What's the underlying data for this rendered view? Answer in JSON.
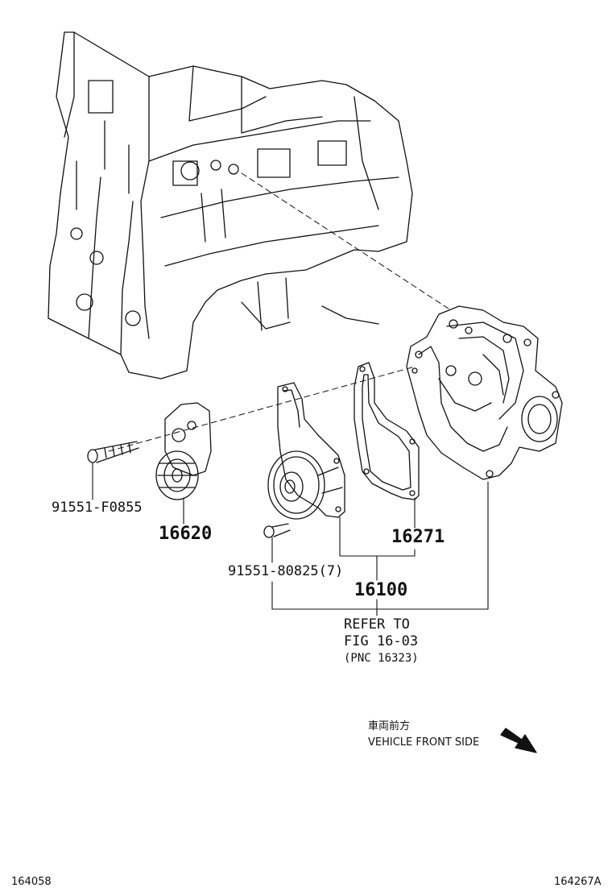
{
  "labels": {
    "bolt_tensioner": "91551-F0855",
    "tensioner": "16620",
    "gasket": "16271",
    "bolt_pump": "91551-80825(7)",
    "water_pump": "16100"
  },
  "reference": {
    "line1": "REFER TO",
    "line2": "FIG 16-03",
    "line3": "(PNC 16323)"
  },
  "direction": {
    "japanese": "車両前方",
    "english": "VEHICLE FRONT SIDE",
    "icon": "arrow-down-right-icon"
  },
  "footer": {
    "left_code": "164058",
    "right_code": "164267A"
  },
  "colors": {
    "line": "#111111",
    "background": "#ffffff"
  }
}
